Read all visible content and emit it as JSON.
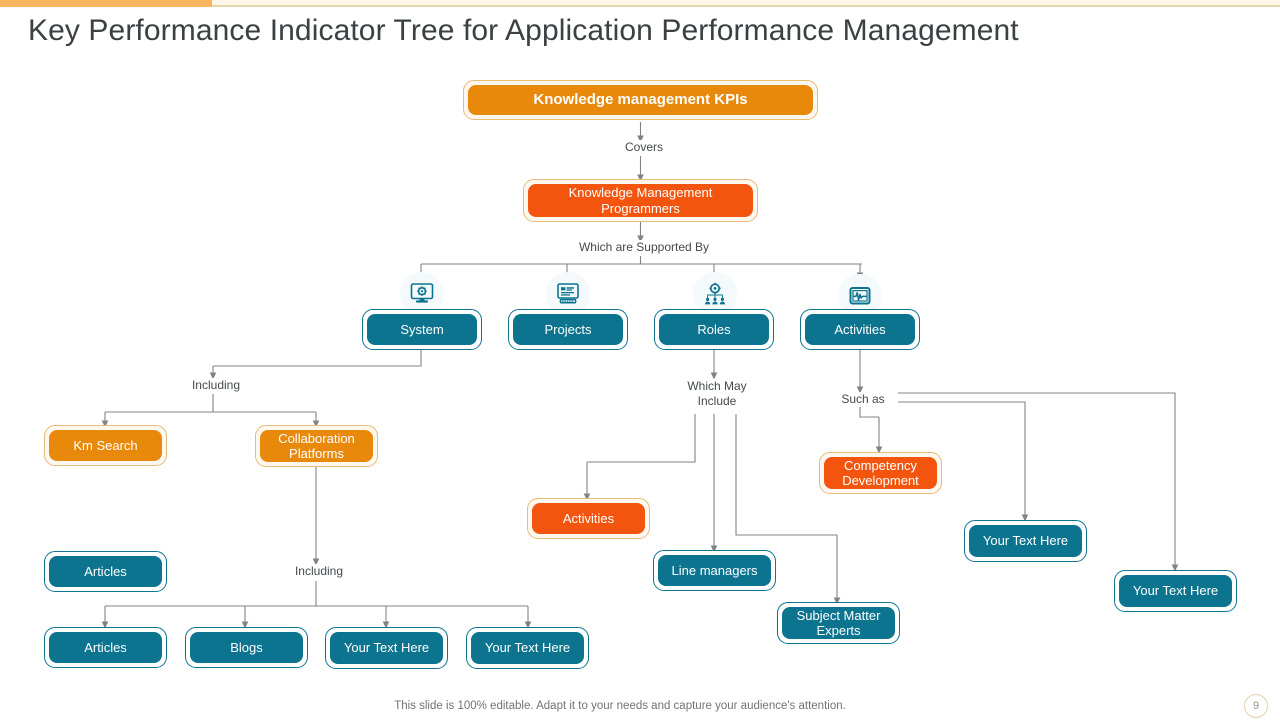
{
  "accent": {
    "orange": "#F8B660",
    "cream": "#FCF6E6"
  },
  "title": "Key Performance Indicator Tree for Application Performance Management",
  "colors": {
    "teal": "#0D7490",
    "amber": "#E8890C",
    "vermilion": "#F4550E",
    "connector": "#7D8488",
    "text_dark": "#3b4043"
  },
  "nodes": {
    "root": "Knowledge management KPIs",
    "level1": "Knowledge  Management\nProgrammers",
    "branches": [
      {
        "label": "System",
        "icon": "monitor-gear-icon"
      },
      {
        "label": "Projects",
        "icon": "monitor-chart-icon"
      },
      {
        "label": "Roles",
        "icon": "gear-people-icon"
      },
      {
        "label": "Activities",
        "icon": "monitor-waveform-icon"
      }
    ],
    "km_search": "Km Search",
    "collaboration_platforms": "Collaboration\nPlatforms",
    "articles_left": "Articles",
    "articles_bottom": "Articles",
    "blogs": "Blogs",
    "your_text_here_1": "Your\nText Here",
    "your_text_here_2": "Your\nText Here",
    "activities_orange": "Activities",
    "line_managers": "Line managers",
    "subject_matter_experts": "Subject\nMatter Experts",
    "competency_development": "Competency\nDevelopment",
    "your_text_here_3": "Your\nText Here",
    "your_text_here_4": "Your\nText Here"
  },
  "edge_labels": {
    "covers": "Covers",
    "supported_by": "Which are Supported By",
    "including_top": "Including",
    "including_bottom": "Including",
    "which_may_include": "Which May\nInclude",
    "such_as": "Such as"
  },
  "footer": {
    "note": "This slide is 100% editable. Adapt it to your needs and capture your audience's attention.",
    "page_number": "9"
  }
}
